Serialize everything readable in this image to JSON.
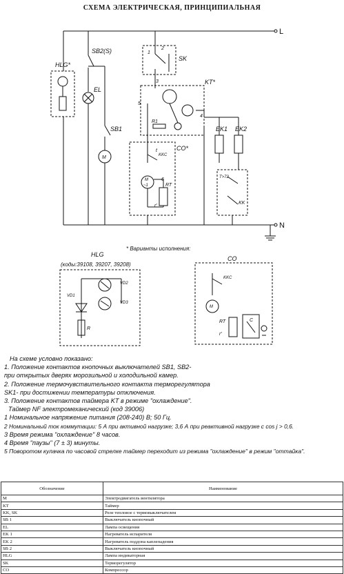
{
  "title": "СХЕМА ЭЛЕКТРИЧЕСКАЯ, ПРИНЦИПИАЛЬНАЯ",
  "main_diagram": {
    "terminals": {
      "line": "L",
      "neutral": "N"
    },
    "labels": {
      "hlg": "HLG*",
      "sb2": "SB2(S)",
      "el": "EL",
      "sb1": "SB1",
      "motor": "M",
      "sk": "SK",
      "kt": "KT*",
      "ek1": "EK1",
      "ek2": "EK2",
      "co": "CO*",
      "kkc": "KKC",
      "rt": "RT",
      "r_prime": "r'",
      "r1": "R1",
      "kk": "KK",
      "t72": "T>72"
    },
    "pins": {
      "p1": "1",
      "p2": "2",
      "p3": "3",
      "p4": "4",
      "p5": "5",
      "p6": "6",
      "pt": "t",
      "pm1": "M",
      "pm2": "~1"
    }
  },
  "variants_title": "* Варианты исполнения:",
  "hlg_variant": {
    "label": "HLG",
    "codes": "(коды:39108, 39207, 39208)",
    "vd1": "VD1",
    "vd2": "VD2",
    "vd3": "VD3",
    "r": "R"
  },
  "co_variant": {
    "label": "CO",
    "kkc": "KKC",
    "rt": "RT",
    "r_prime": "r'",
    "c": "C",
    "m": "M"
  },
  "notes": [
    "На схеме условно показано:",
    "1. Положение контактов кнопочных выключателей SB1, SB2-",
    "при открытых дверях морозильной и холодильной камер.",
    "2. Положение термочувствительного контакта терморегулятора",
    "SK1- при достижении температуры отключения.",
    "3. Положение контактов таймера KT в режиме \"охлаждение\".",
    "Таймер NF электромеханический (код 39006)",
    "1 Номинальное напряжение питания (208-240) В; 50 Гц.",
    "2 Номинальный ток коммутации: 5 А при активной нагрузке; 3,6 А при реактивной нагрузке с cos j  > 0,6.",
    "3 Время режима \"охлаждение\" 8 часов.",
    "4 Время \"паузы\" (7  ±  3) минуты.",
    "5 Поворотом кулачка по часовой стрелке таймер переходит из режима \"охлаждение\" в режим \"оттайка\"."
  ],
  "legend": {
    "headers": [
      "Обозначение",
      "Наименование"
    ],
    "rows": [
      [
        "M",
        "Электродвигатель вентилятора"
      ],
      [
        "KT",
        "Таймер"
      ],
      [
        "KK, SK",
        "Реле тепловое с термовыключателем"
      ],
      [
        "SB 1",
        "Выключатель кнопочный"
      ],
      [
        "EL",
        "Лампа освещения"
      ],
      [
        "EK 1",
        "Нагреватель испарителя"
      ],
      [
        "EK 2",
        "Нагреватель поддона каплепадения"
      ],
      [
        "SB 2",
        "Выключатель кнопочный"
      ],
      [
        "HLG",
        "Лампа индикаторная"
      ],
      [
        "SK",
        "Терморегулятор"
      ],
      [
        "CO",
        "Компрессор"
      ]
    ]
  }
}
